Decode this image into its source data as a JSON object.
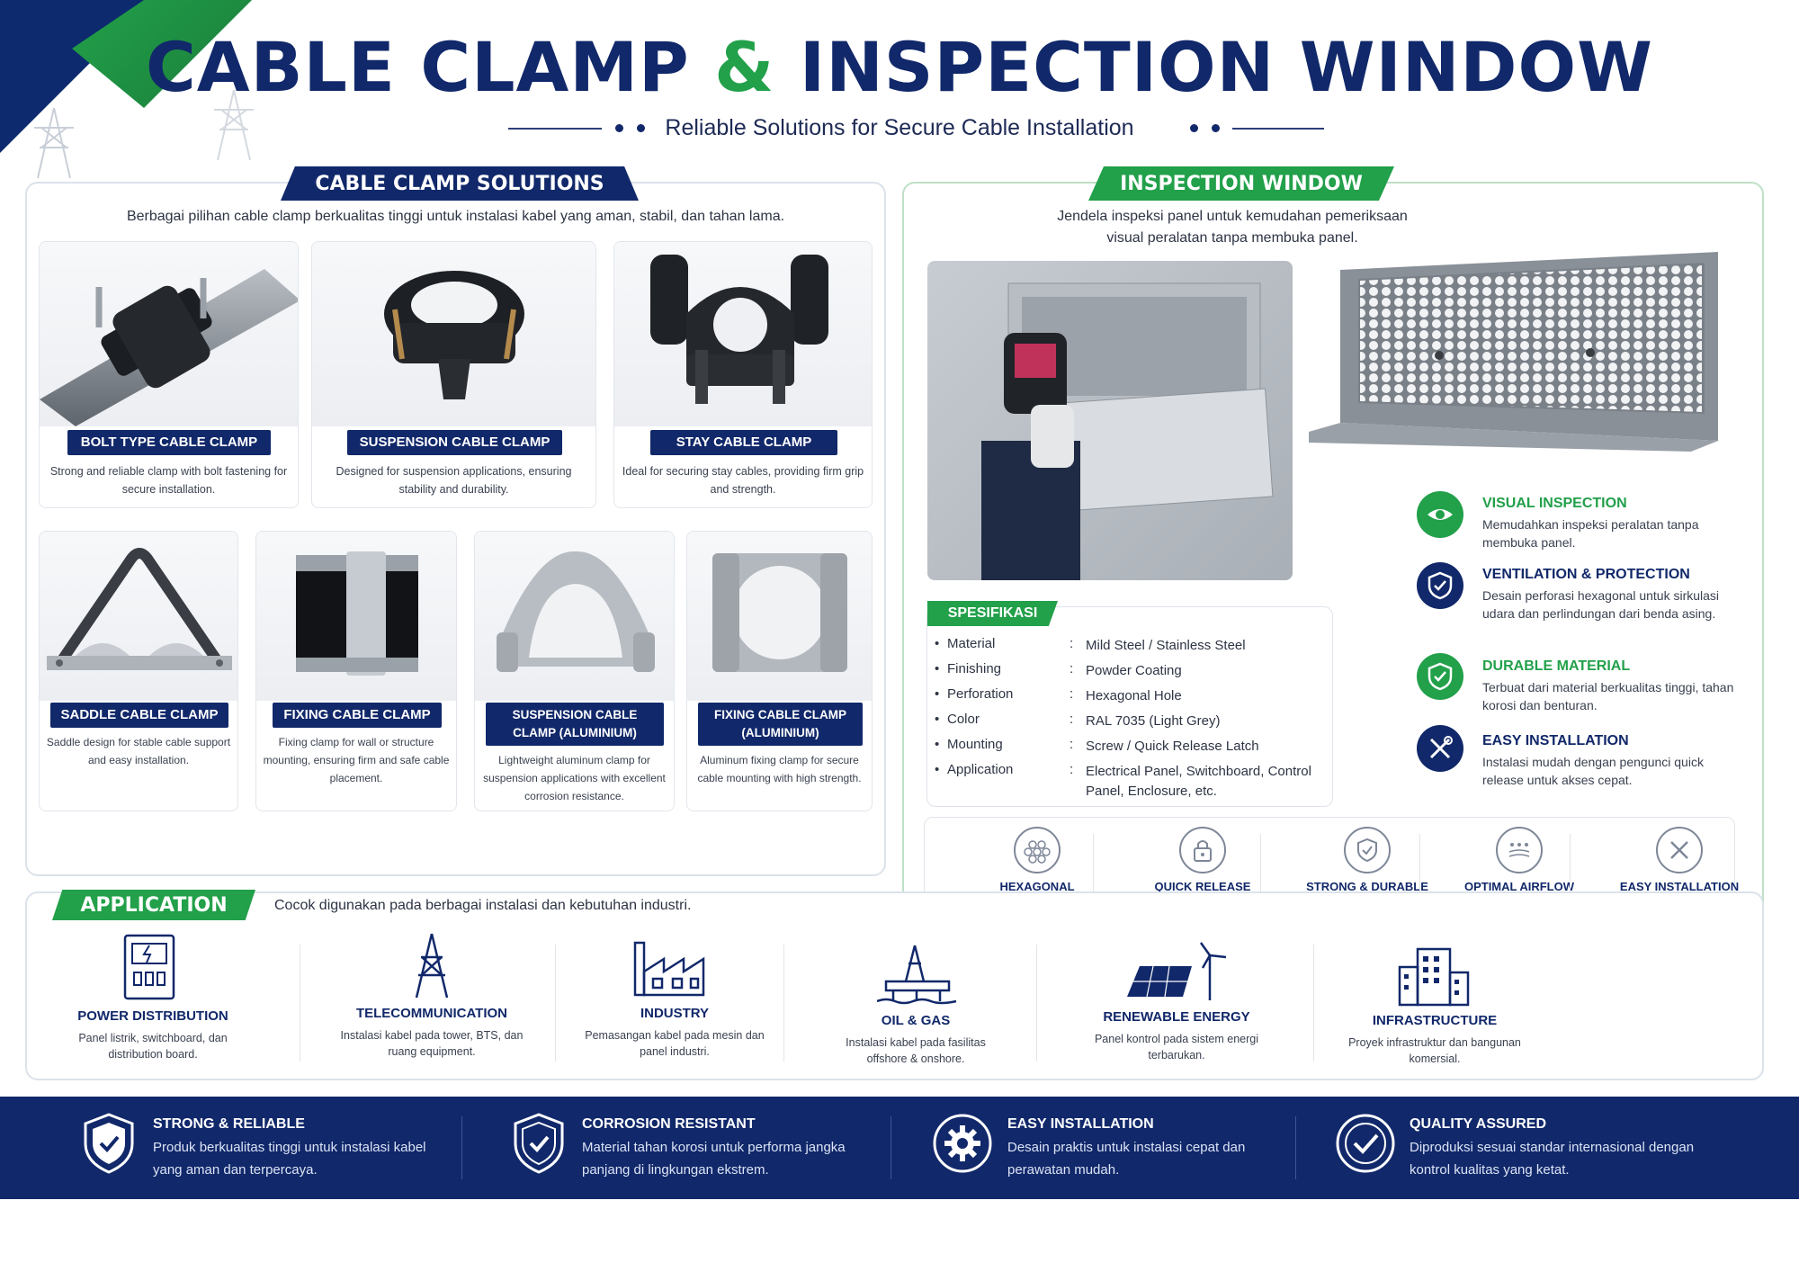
{
  "header": {
    "title_part1": "CABLE CLAMP ",
    "title_amp": "&",
    "title_part2": " INSPECTION WINDOW",
    "subtitle": "Reliable Solutions for Secure Cable Installation"
  },
  "cable_clamp": {
    "heading": "CABLE CLAMP SOLUTIONS",
    "description": "Berbagai pilihan cable clamp berkualitas tinggi untuk instalasi kabel yang aman, stabil, dan tahan lama.",
    "products_top": [
      {
        "name": "BOLT TYPE CABLE CLAMP",
        "desc": "Strong and reliable clamp with bolt fastening for secure installation."
      },
      {
        "name": "SUSPENSION CABLE CLAMP",
        "desc": "Designed for suspension applications, ensuring stability and durability."
      },
      {
        "name": "STAY CABLE CLAMP",
        "desc": "Ideal for securing stay cables, providing firm grip and strength."
      }
    ],
    "products_bottom": [
      {
        "name": "SADDLE CABLE CLAMP",
        "desc": "Saddle design for stable cable support and easy installation."
      },
      {
        "name": "FIXING CABLE CLAMP",
        "desc": "Fixing clamp for wall or structure mounting, ensuring firm and safe cable placement."
      },
      {
        "name": "SUSPENSION CABLE CLAMP (ALUMINIUM)",
        "desc": "Lightweight aluminum clamp for suspension applications with excellent corrosion resistance."
      },
      {
        "name": "FIXING CABLE CLAMP (ALUMINIUM)",
        "desc": "Aluminum fixing clamp for secure cable mounting with high strength."
      }
    ]
  },
  "inspection": {
    "heading": "INSPECTION WINDOW",
    "description": "Jendela inspeksi panel untuk kemudahan pemeriksaan visual peralatan tanpa membuka panel.",
    "spec_heading": "SPESIFIKASI",
    "specs": [
      {
        "key": "Material",
        "value": "Mild Steel / Stainless Steel"
      },
      {
        "key": "Finishing",
        "value": "Powder Coating"
      },
      {
        "key": "Perforation",
        "value": "Hexagonal Hole"
      },
      {
        "key": "Color",
        "value": "RAL 7035 (Light Grey)"
      },
      {
        "key": "Mounting",
        "value": "Screw / Quick Release Latch"
      },
      {
        "key": "Application",
        "value": "Electrical Panel, Switchboard, Control Panel, Enclosure, etc."
      }
    ],
    "features": [
      {
        "title": "VISUAL INSPECTION",
        "desc": "Memudahkan inspeksi peralatan tanpa membuka panel.",
        "icon": "eye-icon",
        "color": "#22a04a"
      },
      {
        "title": "VENTILATION & PROTECTION",
        "desc": "Desain perforasi hexagonal untuk sirkulasi udara dan perlindungan dari benda asing.",
        "icon": "shield-check-icon",
        "color": "#11286a"
      },
      {
        "title": "DURABLE MATERIAL",
        "desc": "Terbuat dari material berkualitas tinggi, tahan korosi dan benturan.",
        "icon": "shield-check-icon",
        "color": "#22a04a"
      },
      {
        "title": "EASY INSTALLATION",
        "desc": "Instalasi mudah dengan pengunci quick release untuk akses cepat.",
        "icon": "tools-icon",
        "color": "#11286a"
      }
    ],
    "icon_row": [
      {
        "label": "HEXAGONAL PERFORATION",
        "icon": "hexagon-icon"
      },
      {
        "label": "QUICK RELEASE LATCH",
        "icon": "lock-icon"
      },
      {
        "label": "STRONG & DURABLE",
        "icon": "shield-icon"
      },
      {
        "label": "OPTIMAL AIRFLOW",
        "icon": "airflow-icon"
      },
      {
        "label": "EASY INSTALLATION",
        "icon": "tools-icon"
      }
    ]
  },
  "application": {
    "heading": "APPLICATION",
    "description": "Cocok digunakan pada berbagai instalasi dan kebutuhan industri.",
    "items": [
      {
        "title": "POWER DISTRIBUTION",
        "desc": "Panel listrik, switchboard, dan distribution board.",
        "icon": "power-panel-icon"
      },
      {
        "title": "TELECOMMUNICATION",
        "desc": "Instalasi kabel pada tower, BTS, dan ruang equipment.",
        "icon": "tower-icon"
      },
      {
        "title": "INDUSTRY",
        "desc": "Pemasangan kabel pada mesin dan panel industri.",
        "icon": "factory-icon"
      },
      {
        "title": "OIL & GAS",
        "desc": "Instalasi kabel pada fasilitas offshore & onshore.",
        "icon": "oil-rig-icon"
      },
      {
        "title": "RENEWABLE ENERGY",
        "desc": "Panel kontrol pada sistem energi terbarukan.",
        "icon": "solar-wind-icon"
      },
      {
        "title": "INFRASTRUCTURE",
        "desc": "Proyek infrastruktur dan bangunan komersial.",
        "icon": "building-icon"
      }
    ]
  },
  "footer": [
    {
      "title": "STRONG & RELIABLE",
      "desc": "Produk berkualitas tinggi untuk instalasi kabel yang aman dan terpercaya.",
      "icon": "shield-check-icon"
    },
    {
      "title": "CORROSION RESISTANT",
      "desc": "Material tahan korosi untuk performa jangka panjang di lingkungan ekstrem.",
      "icon": "shield-check-icon"
    },
    {
      "title": "EASY INSTALLATION",
      "desc": "Desain praktis untuk instalasi cepat dan perawatan mudah.",
      "icon": "gear-icon"
    },
    {
      "title": "QUALITY ASSURED",
      "desc": "Diproduksi sesuai standar internasional dengan kontrol kualitas yang ketat.",
      "icon": "check-circle-icon"
    }
  ],
  "colors": {
    "navy": "#11286a",
    "green": "#22a04a"
  }
}
